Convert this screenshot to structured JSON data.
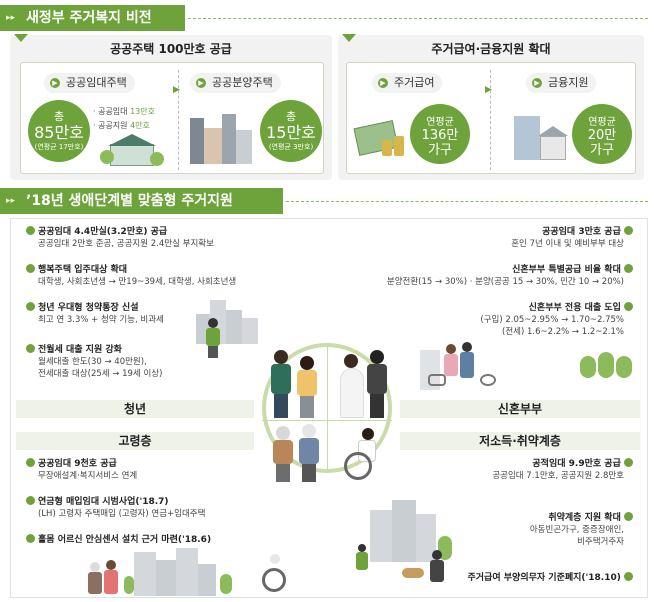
{
  "section1": {
    "title": "새정부 주거복지 비전",
    "left": {
      "title": "공공주택 100만호 공급",
      "rental": {
        "label": "공공임대주택",
        "total_prefix": "총",
        "total": "85만호",
        "sub": "(연평균 17만호)",
        "note1_label": "· 공공임대",
        "note1_value": "13만호",
        "note2_label": "· 공공지원",
        "note2_value": "4만호"
      },
      "sale": {
        "label": "공공분양주택",
        "total_prefix": "총",
        "total": "15만호",
        "sub": "(연평균 3만호)"
      }
    },
    "right": {
      "title": "주거급여·금융지원 확대",
      "benefit": {
        "label": "주거급여",
        "avg": "연평균",
        "value": "136만",
        "unit": "가구"
      },
      "finance": {
        "label": "금융지원",
        "avg": "연평균",
        "value": "20만",
        "unit": "가구"
      }
    }
  },
  "section2": {
    "title": "’18년 생애단계별 맞춤형 주거지원",
    "youth": {
      "label": "청년",
      "items": [
        {
          "title": "공공임대 4.4만실(3.2만호) 공급",
          "lines": [
            "공공임대 2만호 준공, 공공지원 2.4만실 부지확보"
          ]
        },
        {
          "title": "행복주택 입주대상 확대",
          "lines": [
            "대학생, 사회초년생 → 만19~39세, 대학생, 사회초년생"
          ]
        },
        {
          "title": "청년 우대형 청약통장 신설",
          "lines": [
            "최고 연 3.3% + 청약 기능, 비과세"
          ]
        },
        {
          "title": "전월세 대출 지원 강화",
          "lines": [
            "월세대출 한도(30 → 40만원),",
            "전세대출 대상(25세 → 19세 이상)"
          ]
        }
      ]
    },
    "newlywed": {
      "label": "신혼부부",
      "items": [
        {
          "title": "공공임대 3만호 공급",
          "lines": [
            "혼인 7년 이내 및 예비부부 대상"
          ]
        },
        {
          "title": "신혼부부 특별공급 비율 확대",
          "lines": [
            "분양전환(15 → 30%) · 분양(공공 15 → 30%, 민간 10 → 20%)"
          ]
        },
        {
          "title": "신혼부부 전용 대출 도입",
          "lines": [
            "(구입) 2.05~2.95% → 1.70~2.75%",
            "(전세) 1.6~2.2% → 1.2~2.1%"
          ]
        }
      ]
    },
    "elderly": {
      "label": "고령층",
      "items": [
        {
          "title": "공공임대 9천호 공급",
          "lines": [
            "무장애설계·복지서비스 연계"
          ]
        },
        {
          "title": "연금형 매입임대 시범사업('18.7)",
          "lines": [
            "(LH) 고령자 주택매입 (고령자) 연금+임대주택"
          ]
        },
        {
          "title": "홀몸 어르신 안심센서 설치 근거 마련('18.6)",
          "lines": []
        }
      ]
    },
    "lowincome": {
      "label": "저소득·취약계층",
      "items": [
        {
          "title": "공적임대 9.9만호 공급",
          "lines": [
            "공공임대 7.1만호, 공공지원 2.8만호"
          ]
        },
        {
          "title": "취약계층 지원 확대",
          "lines": [
            "아동빈곤가구, 중증장애인,",
            "비주택거주자"
          ]
        },
        {
          "title": "주거급여 부양의무자 기준폐지('18.10)",
          "lines": []
        }
      ]
    }
  },
  "colors": {
    "accent": "#6da33a",
    "light": "#eef2e7",
    "grey_box": "#f2f2f2"
  }
}
